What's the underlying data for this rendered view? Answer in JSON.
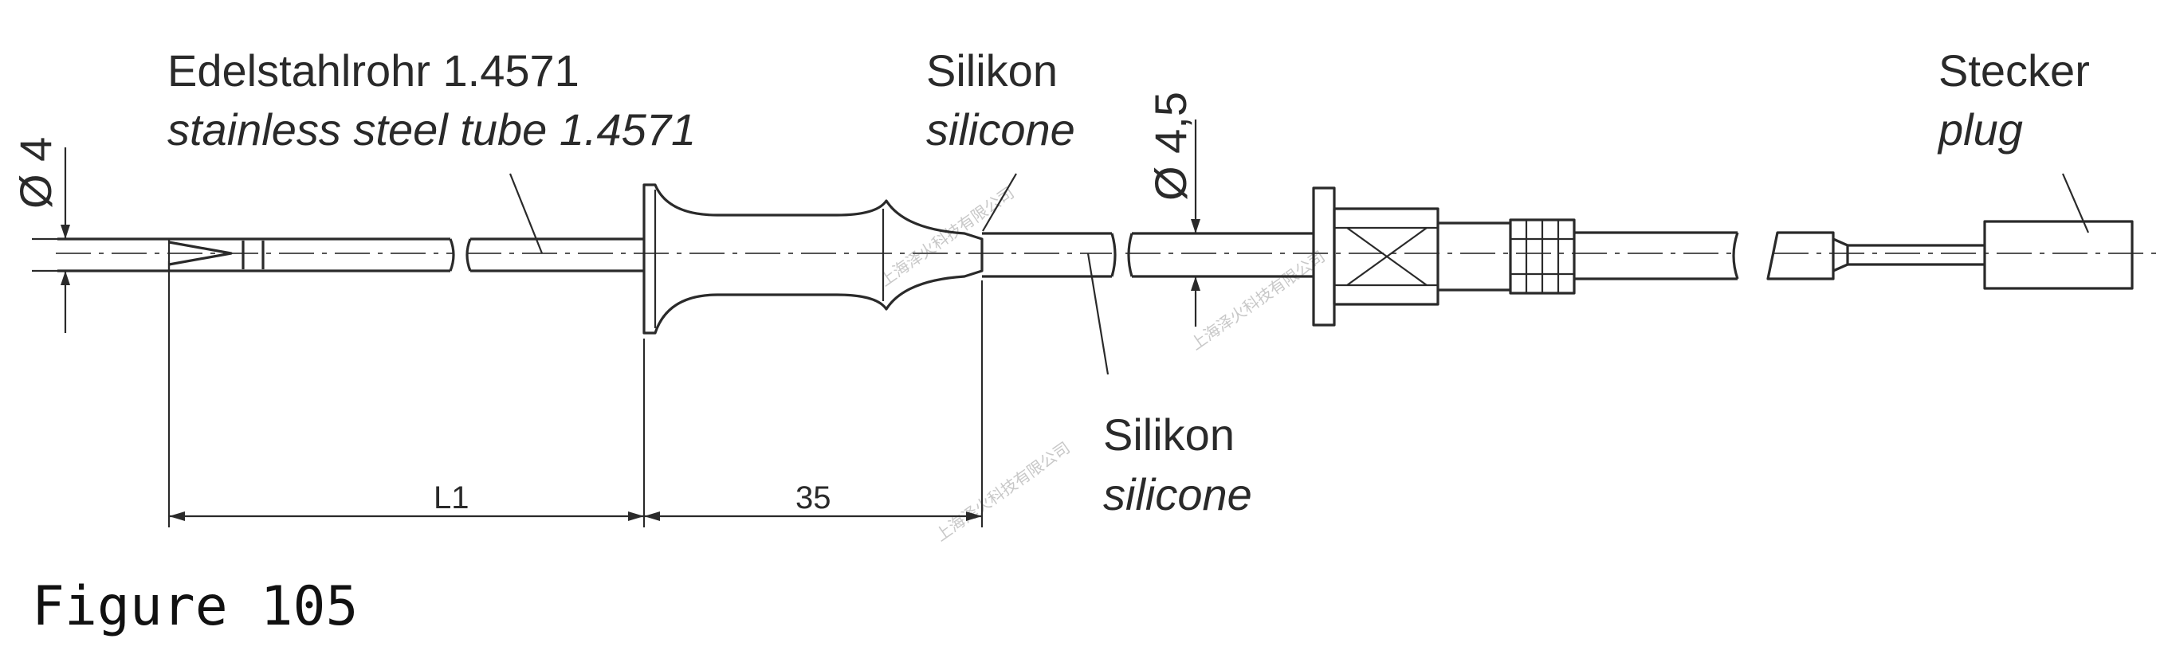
{
  "labels": {
    "tube_de": "Edelstahlrohr 1.4571",
    "tube_en": "stainless steel tube 1.4571",
    "silicone_top_de": "Silikon",
    "silicone_top_en": "silicone",
    "silicone_bottom_de": "Silikon",
    "silicone_bottom_en": "silicone",
    "plug_de": "Stecker",
    "plug_en": "plug"
  },
  "dimensions": {
    "tube_diameter": "Ø 4",
    "cable_diameter": "Ø 4,5",
    "length_l1": "L1",
    "handle_length": "35"
  },
  "caption": "Figure 105",
  "watermark": "上海泽火科技有限公司"
}
